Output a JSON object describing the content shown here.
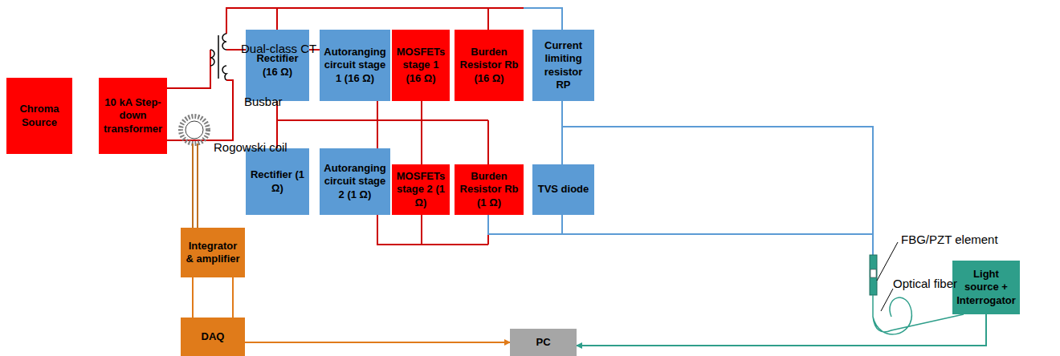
{
  "diagram": {
    "nodes": [
      {
        "text": [
          "Chroma Source"
        ]
      },
      {
        "text": [
          "10 kA Step-down transformer"
        ]
      },
      {
        "text": [
          "Rectifier (16 Ω)"
        ]
      },
      {
        "text": [
          "Autoranging circuit stage 1 (16 Ω)"
        ]
      },
      {
        "text": [
          "MOSFETs stage 1 (16 Ω)"
        ]
      },
      {
        "text": [
          "Burden Resistor Rb (16 Ω)"
        ]
      },
      {
        "text": [
          "Current limiting resistor RP"
        ]
      },
      {
        "text": [
          "Rectifier (1 Ω)"
        ]
      },
      {
        "text": [
          "Autoranging circuit stage 2 (1 Ω)"
        ]
      },
      {
        "text": [
          "MOSFETs stage 2 (1 Ω)"
        ]
      },
      {
        "text": [
          "Burden Resistor Rb (1 Ω)"
        ]
      },
      {
        "text": [
          "TVS diode"
        ]
      },
      {
        "text": [
          "Integrator & amplifier"
        ]
      },
      {
        "text": [
          "DAQ"
        ]
      },
      {
        "text": [
          "PC"
        ]
      },
      {
        "text": [
          "Light source + Interrogator"
        ]
      }
    ],
    "edges": [
      {
        "from": 12,
        "to": 13,
        "arrow": "none"
      },
      {
        "from": 13,
        "to": 14,
        "arrow": "to"
      },
      {
        "from": 15,
        "to": 14,
        "arrow": "to"
      }
    ],
    "labels": [
      "Dual-class CT",
      "Busbar",
      "Rogowski coil",
      "FBG/PZT element",
      "Optical fiber"
    ]
  }
}
